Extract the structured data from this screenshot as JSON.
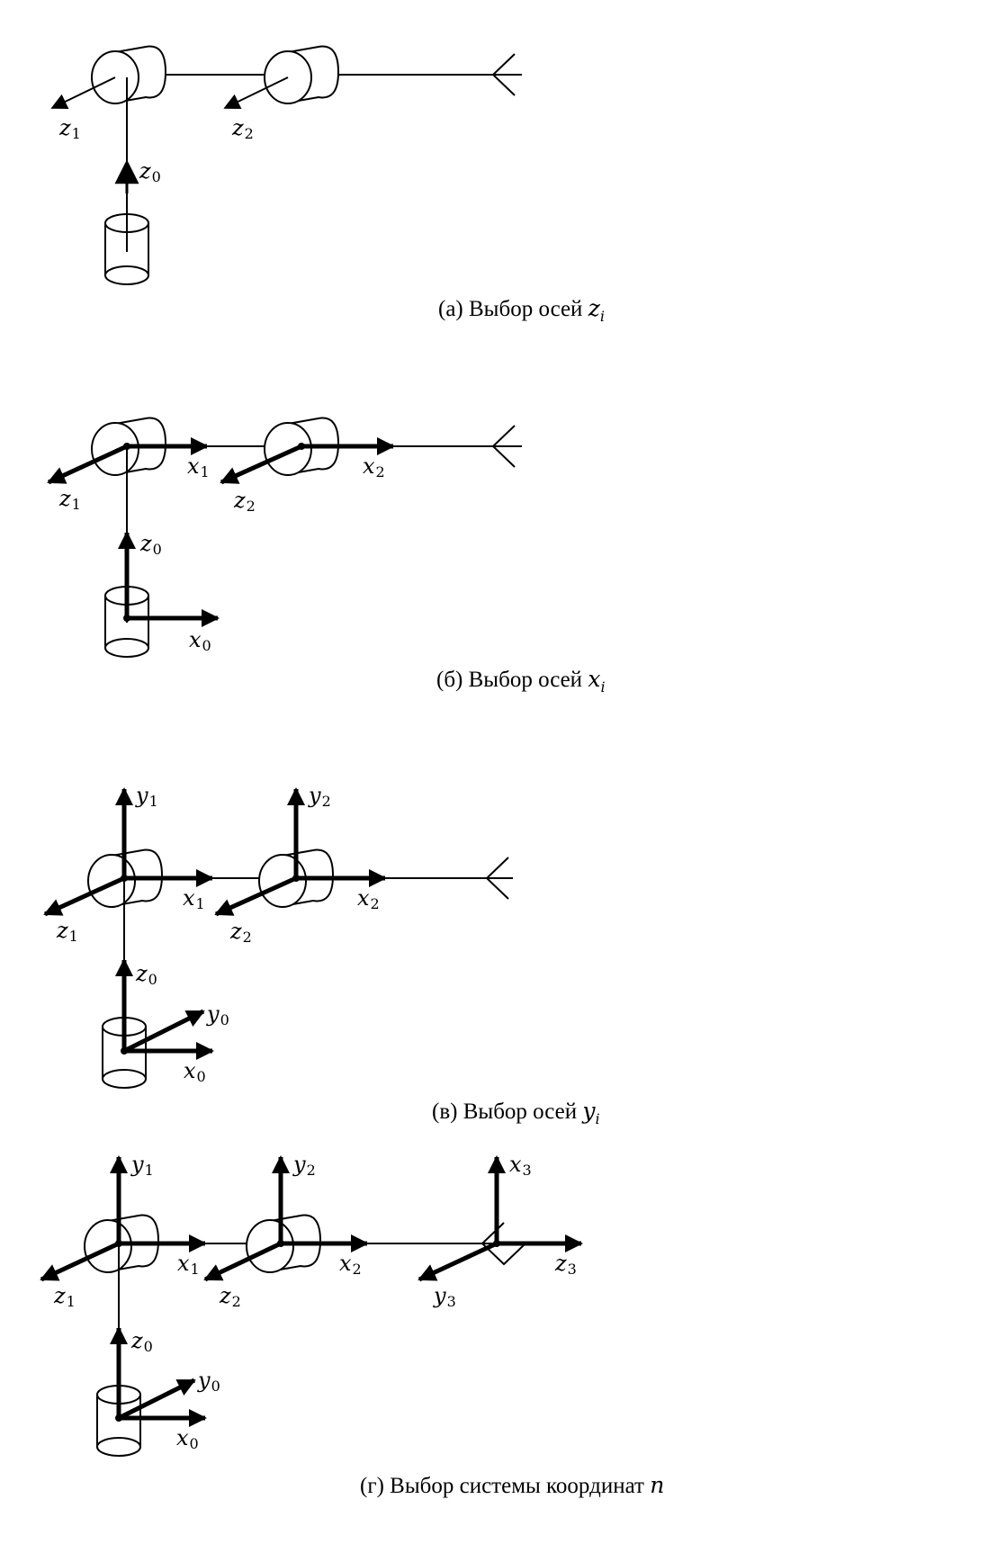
{
  "panels": [
    {
      "caption": {
        "label": "(а)",
        "text": "Выбор осей",
        "var": "z",
        "sub": "i"
      },
      "axes": [
        {
          "var": "z",
          "sub": "1"
        },
        {
          "var": "z",
          "sub": "2"
        },
        {
          "var": "z",
          "sub": "0"
        }
      ]
    },
    {
      "caption": {
        "label": "(б)",
        "text": "Выбор осей",
        "var": "x",
        "sub": "i"
      },
      "axes": [
        {
          "var": "x",
          "sub": "1"
        },
        {
          "var": "x",
          "sub": "2"
        },
        {
          "var": "z",
          "sub": "1"
        },
        {
          "var": "z",
          "sub": "2"
        },
        {
          "var": "z",
          "sub": "0"
        },
        {
          "var": "x",
          "sub": "0"
        }
      ]
    },
    {
      "caption": {
        "label": "(в)",
        "text": "Выбор осей",
        "var": "y",
        "sub": "i"
      },
      "axes": [
        {
          "var": "y",
          "sub": "1"
        },
        {
          "var": "y",
          "sub": "2"
        },
        {
          "var": "x",
          "sub": "1"
        },
        {
          "var": "x",
          "sub": "2"
        },
        {
          "var": "z",
          "sub": "1"
        },
        {
          "var": "z",
          "sub": "2"
        },
        {
          "var": "z",
          "sub": "0"
        },
        {
          "var": "y",
          "sub": "0"
        },
        {
          "var": "x",
          "sub": "0"
        }
      ]
    },
    {
      "caption": {
        "label": "(г)",
        "text": "Выбор системы координат",
        "var": "n",
        "sub": ""
      },
      "axes": [
        {
          "var": "y",
          "sub": "1"
        },
        {
          "var": "y",
          "sub": "2"
        },
        {
          "var": "x",
          "sub": "3"
        },
        {
          "var": "x",
          "sub": "1"
        },
        {
          "var": "x",
          "sub": "2"
        },
        {
          "var": "z",
          "sub": "3"
        },
        {
          "var": "z",
          "sub": "1"
        },
        {
          "var": "z",
          "sub": "2"
        },
        {
          "var": "y",
          "sub": "3"
        },
        {
          "var": "z",
          "sub": "0"
        },
        {
          "var": "y",
          "sub": "0"
        },
        {
          "var": "x",
          "sub": "0"
        }
      ]
    }
  ]
}
